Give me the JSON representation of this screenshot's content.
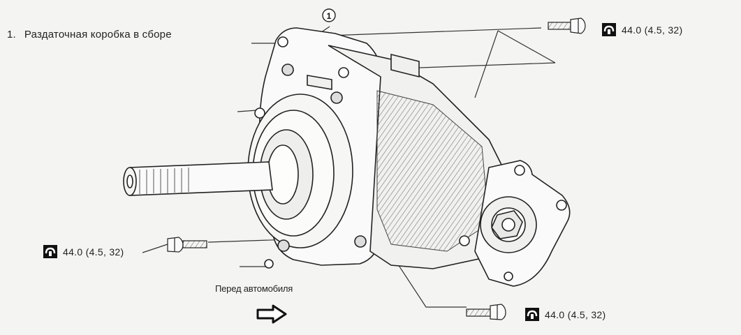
{
  "legend": {
    "number": "1.",
    "label": "Раздаточная коробка в сборе"
  },
  "callout": {
    "number": "1"
  },
  "torques": {
    "top": {
      "icon": "torque-wrench-icon",
      "value": "44.0 (4.5, 32)"
    },
    "left": {
      "icon": "torque-wrench-icon",
      "value": "44.0 (4.5, 32)"
    },
    "bottom": {
      "icon": "torque-wrench-icon",
      "value": "44.0 (4.5, 32)"
    }
  },
  "front": {
    "label": "Перед автомобиля",
    "icon": "front-direction-arrow-icon"
  }
}
